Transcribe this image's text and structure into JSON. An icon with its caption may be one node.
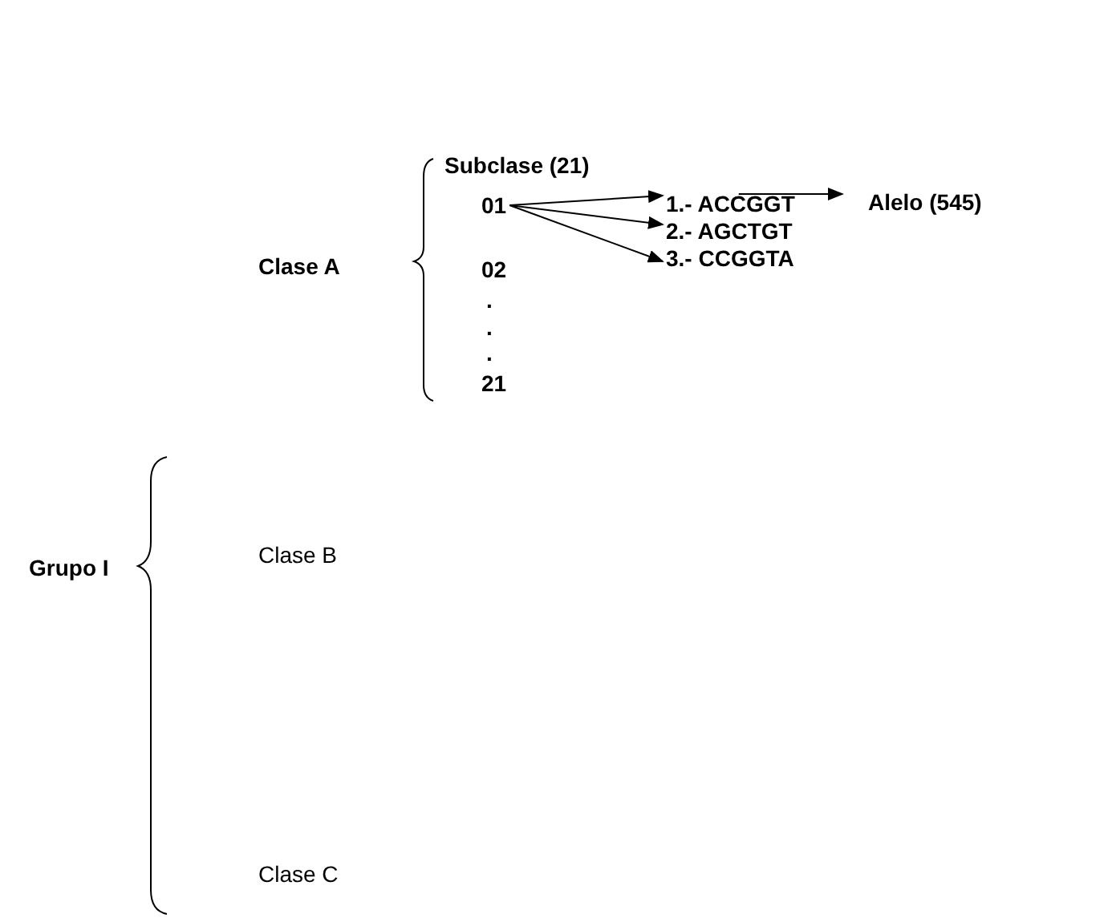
{
  "diagram": {
    "nodes": [
      {
        "text": [
          "Grupo I"
        ]
      },
      {
        "text": [
          "Clase A"
        ]
      },
      {
        "text": [
          "Clase B"
        ]
      },
      {
        "text": [
          "Clase C"
        ]
      },
      {
        "text": [
          "Subclase (21)"
        ]
      },
      {
        "text": [
          "01"
        ]
      },
      {
        "text": [
          "02"
        ]
      },
      {
        "text": [
          "."
        ]
      },
      {
        "text": [
          "."
        ]
      },
      {
        "text": [
          "."
        ]
      },
      {
        "text": [
          "21"
        ]
      },
      {
        "text": [
          "1.- ACCGGT"
        ]
      },
      {
        "text": [
          "2.- AGCTGT"
        ]
      },
      {
        "text": [
          "3.- CCGGTA"
        ]
      },
      {
        "text": [
          "Alelo (545)"
        ]
      }
    ],
    "edges": [
      {
        "from": 5,
        "to": 11,
        "arrow": "to"
      },
      {
        "from": 5,
        "to": 12,
        "arrow": "to"
      },
      {
        "from": 5,
        "to": 13,
        "arrow": "to"
      },
      {
        "from": 11,
        "to": 14,
        "arrow": "to"
      }
    ]
  }
}
